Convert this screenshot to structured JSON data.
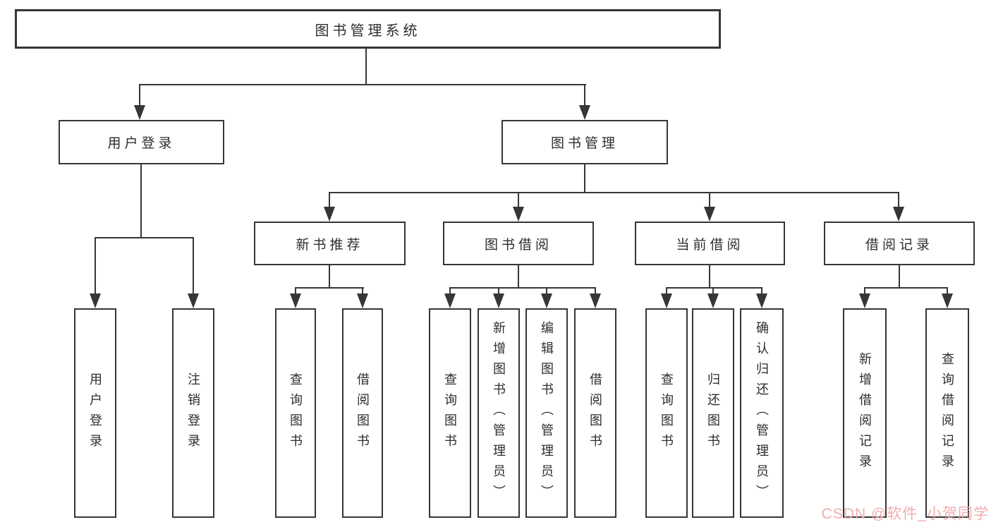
{
  "root": {
    "label": "图书管理系统"
  },
  "level1": {
    "user_login": {
      "label": "用户登录"
    },
    "book_mgmt": {
      "label": "图书管理"
    }
  },
  "level2": {
    "new_book": {
      "label": "新书推荐"
    },
    "book_borrow": {
      "label": "图书借阅"
    },
    "current_borrow": {
      "label": "当前借阅"
    },
    "borrow_record": {
      "label": "借阅记录"
    }
  },
  "leaves": {
    "user_login": {
      "label": "用户登录"
    },
    "logout": {
      "label": "注销登录"
    },
    "newbook_query": {
      "label": "查询图书"
    },
    "newbook_borrow": {
      "label": "借阅图书"
    },
    "borrow_query": {
      "label": "查询图书"
    },
    "borrow_add": {
      "label": "新增图书（管理员）"
    },
    "borrow_edit": {
      "label": "编辑图书（管理员）"
    },
    "borrow_borrow": {
      "label": "借阅图书"
    },
    "current_query": {
      "label": "查询图书"
    },
    "current_return": {
      "label": "归还图书"
    },
    "current_confirm": {
      "label": "确认归还（管理员）"
    },
    "record_add": {
      "label": "新增借阅记录"
    },
    "record_query": {
      "label": "查询借阅记录"
    }
  },
  "watermark": {
    "text": "CSDN @软件_小贺同学",
    "color": "#efadad"
  },
  "colors": {
    "line": "#363636",
    "box_border": "#363636",
    "text": "#2d2d2d",
    "background": "#ffffff"
  }
}
